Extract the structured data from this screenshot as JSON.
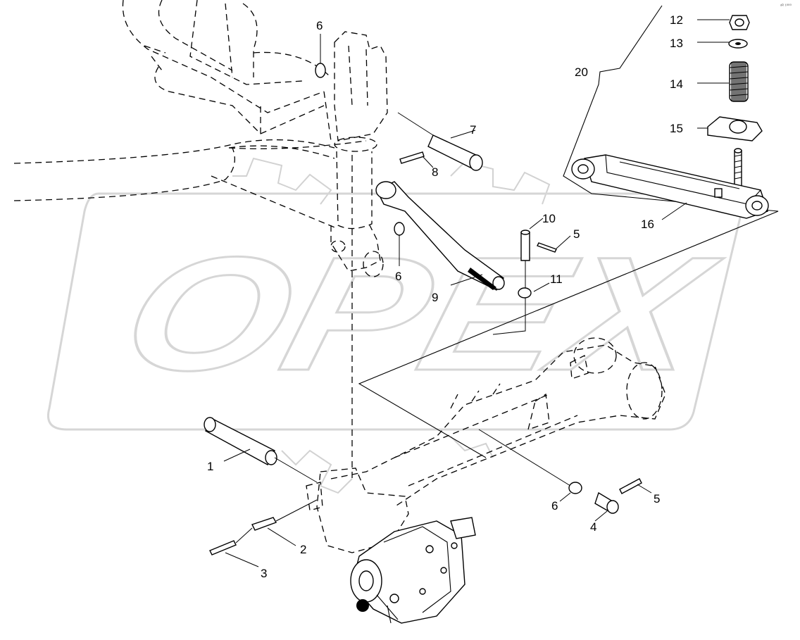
{
  "watermark": {
    "text": "OPEX",
    "color": "#d9d9d9"
  },
  "corner_mark": "ᵒᴿ ¹⁰⁰⁰",
  "assembly_label": "20",
  "callouts": [
    {
      "id": "c1",
      "label": "1"
    },
    {
      "id": "c2",
      "label": "2"
    },
    {
      "id": "c3",
      "label": "3"
    },
    {
      "id": "c4",
      "label": "4"
    },
    {
      "id": "c5a",
      "label": "5"
    },
    {
      "id": "c5b",
      "label": "5"
    },
    {
      "id": "c6a",
      "label": "6"
    },
    {
      "id": "c6b",
      "label": "6"
    },
    {
      "id": "c6c",
      "label": "6"
    },
    {
      "id": "c7",
      "label": "7"
    },
    {
      "id": "c8",
      "label": "8"
    },
    {
      "id": "c9",
      "label": "9"
    },
    {
      "id": "c10",
      "label": "10"
    },
    {
      "id": "c11",
      "label": "11"
    },
    {
      "id": "c12",
      "label": "12"
    },
    {
      "id": "c13",
      "label": "13"
    },
    {
      "id": "c14",
      "label": "14"
    },
    {
      "id": "c15",
      "label": "15"
    },
    {
      "id": "c16",
      "label": "16"
    }
  ]
}
